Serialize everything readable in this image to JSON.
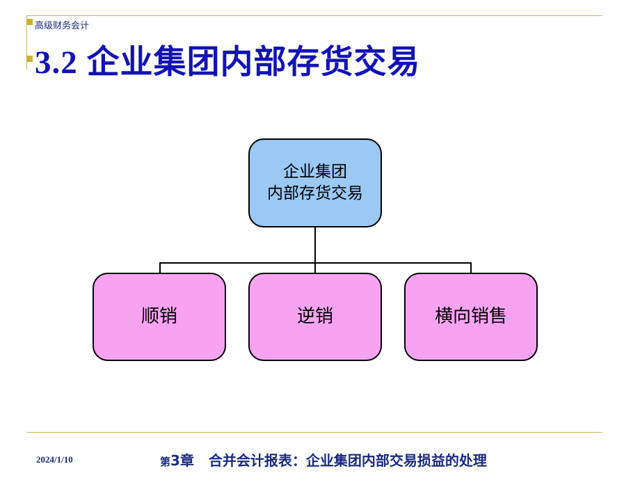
{
  "header": {
    "course": "高级财务会计",
    "title": "3.2 企业集团内部存货交易"
  },
  "diagram": {
    "root": {
      "line1": "企业集团",
      "line2": "内部存货交易"
    },
    "children": [
      "顺销",
      "逆销",
      "横向销售"
    ]
  },
  "footer": {
    "date": "2024/1/10",
    "chapter_prefix": "第",
    "chapter_number": "3",
    "chapter_suffix": "章",
    "chapter_title": "合并会计报表：企业集团内部交易损益的处理"
  },
  "colors": {
    "title": "#1212b8",
    "accent": "#c8b22e",
    "root_fill": "#9cc8f4",
    "child_fill": "#f7a3f2"
  }
}
